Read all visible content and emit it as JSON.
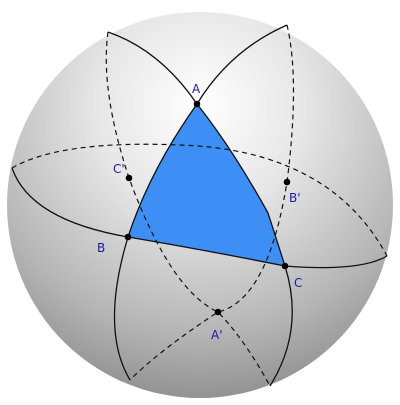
{
  "colors": {
    "triangle_fill": "#3d8ff5",
    "sphere_highlight": "#ffffff",
    "sphere_shadow": "#8c8c8c",
    "label_color": "#1a1aa8"
  },
  "points": {
    "A": {
      "label": "A"
    },
    "B": {
      "label": "B"
    },
    "C": {
      "label": "C"
    },
    "A_prime": {
      "label": "A'"
    },
    "B_prime": {
      "label": "B'"
    },
    "C_prime": {
      "label": "C'"
    }
  }
}
